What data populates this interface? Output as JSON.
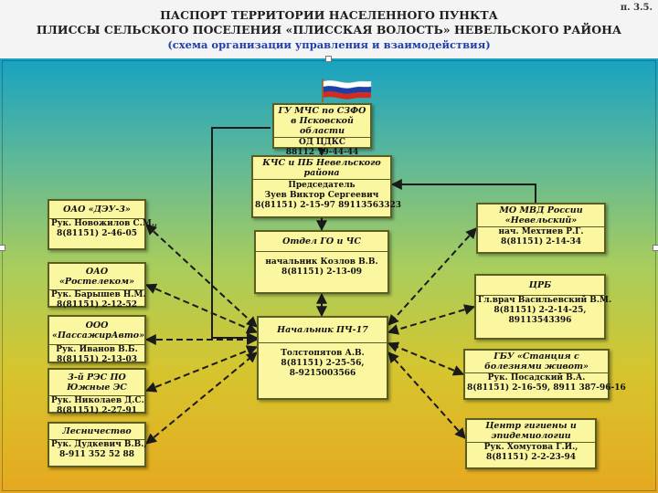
{
  "header": {
    "line1": "ПАСПОРТ ТЕРРИТОРИИ НАСЕЛЕННОГО ПУНКТА",
    "line2": "ПЛИССЫ СЕЛЬСКОГО ПОСЕЛЕНИЯ «ПЛИССКАЯ ВОЛОСТЬ» НЕВЕЛЬСКОГО РАЙОНА",
    "line3": "(схема организации управления и взаимодействия)",
    "page_ref": "п. 3.5."
  },
  "colors": {
    "box_fill": "#fbf6a0",
    "box_border": "#5a5e23",
    "line_color": "#1a1a1a"
  },
  "flag": {
    "icon": "russian-flag-icon",
    "colors": [
      "#ffffff",
      "#1c3fa8",
      "#d52b1e"
    ]
  },
  "nodes": {
    "mchs": {
      "title": "ГУ МЧС по СЗФО в Псковской области",
      "sub": "ОД ЦДКС",
      "phone": "88112 79-44-44"
    },
    "kchs": {
      "title": "КЧС и ПБ Невельского района",
      "role": "Председатель",
      "name": "Зуев Виктор Сергеевич",
      "phone": "8(81151) 2-15-97 89113563323"
    },
    "go_chs": {
      "title": "Отдел ГО и ЧС",
      "head": "начальник Козлов В.В.",
      "phone": "8(81151) 2-13-09"
    },
    "pch17": {
      "title": "Начальник ПЧ-17",
      "name": "Толстопятов А.В.",
      "phone1": "8(81151) 2-25-56,",
      "phone2": "8-9215003566"
    },
    "dzu3": {
      "title": "ОАО «ДЭУ-3»",
      "head": "Рук. Новожилов С.М.,",
      "phone": "8(81151) 2-46-05"
    },
    "rostelecom": {
      "title": "ОАО «Ростелеком»",
      "head": "Рук. Барышев Н.М.",
      "phone": "8(81151) 2-12-52"
    },
    "passazhir": {
      "title": "ООО «ПассажирАвто»",
      "head": "Рук. Иванов В.Б.",
      "phone": "8(81151) 2-13-03"
    },
    "res": {
      "title": "3-й РЭС ПО Южные ЭС",
      "head": "Рук. Николаев Д.С.",
      "phone": "8(81151) 2-27-91"
    },
    "leshoz": {
      "title": "Лесничество",
      "head": "Рук. Дудкевич В.В.,",
      "phone": "8-911 352 52 88"
    },
    "mvd": {
      "title": "МО МВД России «Невельский»",
      "head": "нач. Мехтиев Р.Г.",
      "phone": "8(81151) 2-14-34"
    },
    "crb": {
      "title": "ЦРБ",
      "head": "Гл.врач Васильевский В.М.",
      "phone1": "8(81151) 2-2-14-25,",
      "phone2": "89113543396"
    },
    "gbu": {
      "title": "ГБУ «Станция с болезнями живот»",
      "head": "Рук. Посадский В.А.",
      "phone": "8(81151) 2-16-59, 8911 387-96-16"
    },
    "center": {
      "title": "Центр гигиены и эпидемиологии",
      "head": "Рук. Хомутова Г.И.,",
      "phone": "8(81151) 2-2-23-94"
    }
  }
}
